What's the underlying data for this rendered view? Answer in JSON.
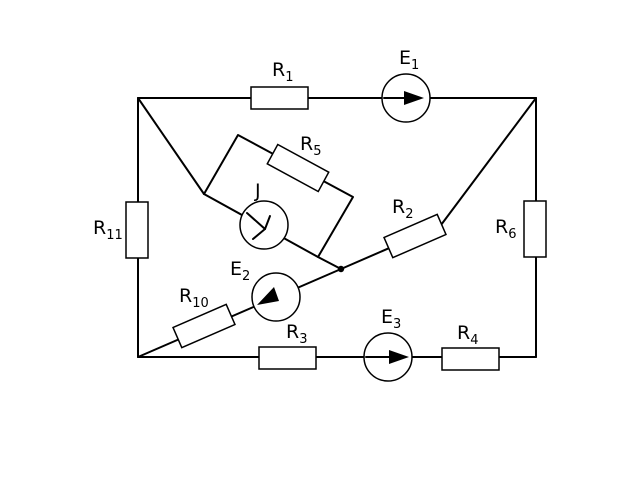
{
  "labels": {
    "r1": {
      "main": "R",
      "sub": "1"
    },
    "e1": {
      "main": "E",
      "sub": "1"
    },
    "r5": {
      "main": "R",
      "sub": "5"
    },
    "j": {
      "main": "J"
    },
    "r2": {
      "main": "R",
      "sub": "2"
    },
    "r11": {
      "main": "R",
      "sub": "11"
    },
    "r6": {
      "main": "R",
      "sub": "6"
    },
    "e2": {
      "main": "E",
      "sub": "2"
    },
    "r10": {
      "main": "R",
      "sub": "10"
    },
    "r3": {
      "main": "R",
      "sub": "3"
    },
    "e3": {
      "main": "E",
      "sub": "3"
    },
    "r4": {
      "main": "R",
      "sub": "4"
    }
  },
  "colors": {
    "line": "#000000",
    "background": "#ffffff"
  }
}
